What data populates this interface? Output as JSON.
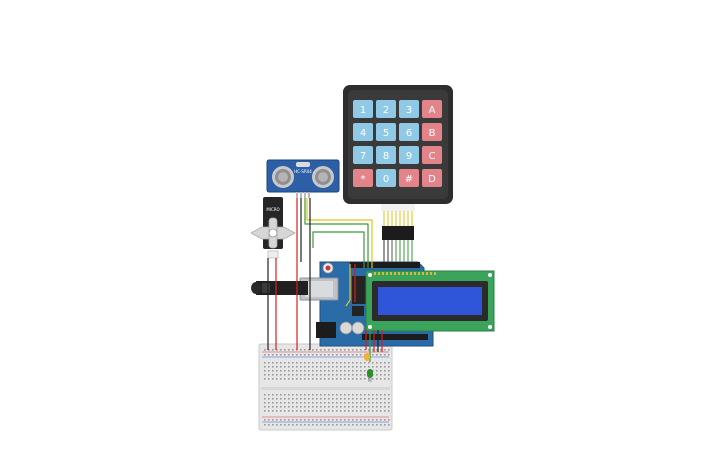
{
  "circuit": {
    "keypad": {
      "keys": [
        {
          "label": "1",
          "kind": "digit"
        },
        {
          "label": "2",
          "kind": "digit"
        },
        {
          "label": "3",
          "kind": "digit"
        },
        {
          "label": "A",
          "kind": "letter"
        },
        {
          "label": "4",
          "kind": "digit"
        },
        {
          "label": "5",
          "kind": "digit"
        },
        {
          "label": "6",
          "kind": "digit"
        },
        {
          "label": "B",
          "kind": "letter"
        },
        {
          "label": "7",
          "kind": "digit"
        },
        {
          "label": "8",
          "kind": "digit"
        },
        {
          "label": "9",
          "kind": "digit"
        },
        {
          "label": "C",
          "kind": "letter"
        },
        {
          "label": "*",
          "kind": "letter"
        },
        {
          "label": "0",
          "kind": "digit"
        },
        {
          "label": "#",
          "kind": "letter"
        },
        {
          "label": "D",
          "kind": "letter"
        }
      ]
    },
    "ultrasonic_sensor": {
      "label": "HC-SR04"
    },
    "servo": {
      "label": "MICRO"
    }
  },
  "colors": {
    "keypad_body": "#2e2e2e",
    "digit_key": "#8fc9e6",
    "letter_key": "#e3838a",
    "arduino_board": "#2a6ca8",
    "lcd_board": "#3aa55a",
    "lcd_screen": "#2f56d8",
    "sensor_board": "#2d5fa6",
    "breadboard": "#e6e6e6",
    "wire_red": "#d42020",
    "wire_black": "#222222",
    "wire_green": "#3a9a3a",
    "wire_yellow": "#e2c21b"
  }
}
